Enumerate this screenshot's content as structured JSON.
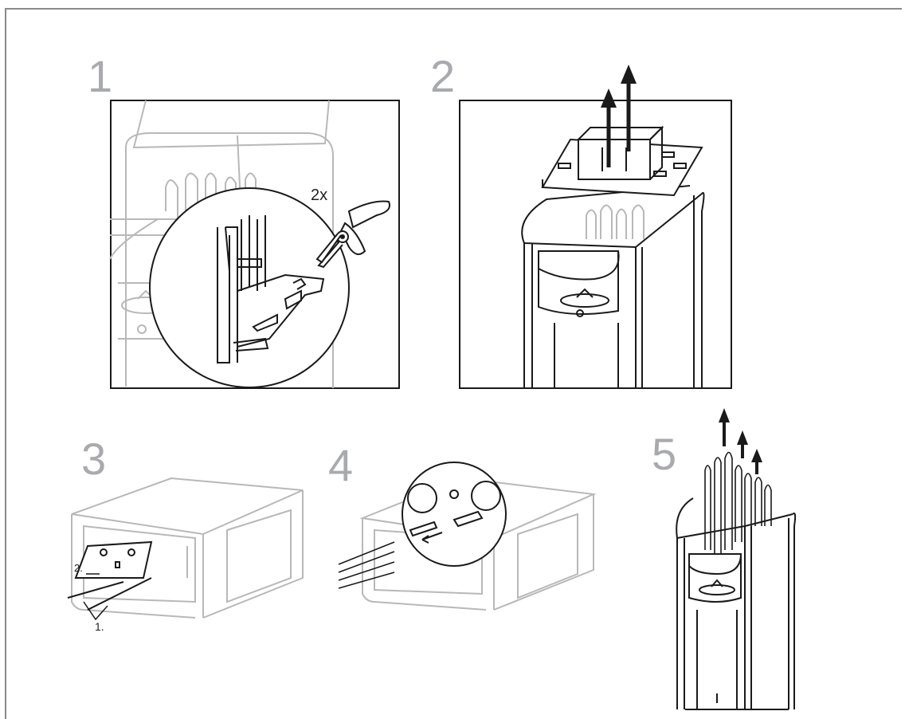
{
  "steps": [
    {
      "number": "1",
      "annotation": "2x",
      "tool_icon": "pliers-icon"
    },
    {
      "number": "2",
      "annotation": "",
      "tool_icon": "up-arrow-icon"
    },
    {
      "number": "3",
      "annotation_step1": "1.",
      "annotation_step2": "2."
    },
    {
      "number": "4",
      "annotation": ""
    },
    {
      "number": "5",
      "annotation": ""
    }
  ],
  "colors": {
    "step_number": "#a8aaad",
    "line_dark": "#1a1a1a",
    "line_light": "#b5b5b5",
    "border": "#8a8a8a"
  }
}
